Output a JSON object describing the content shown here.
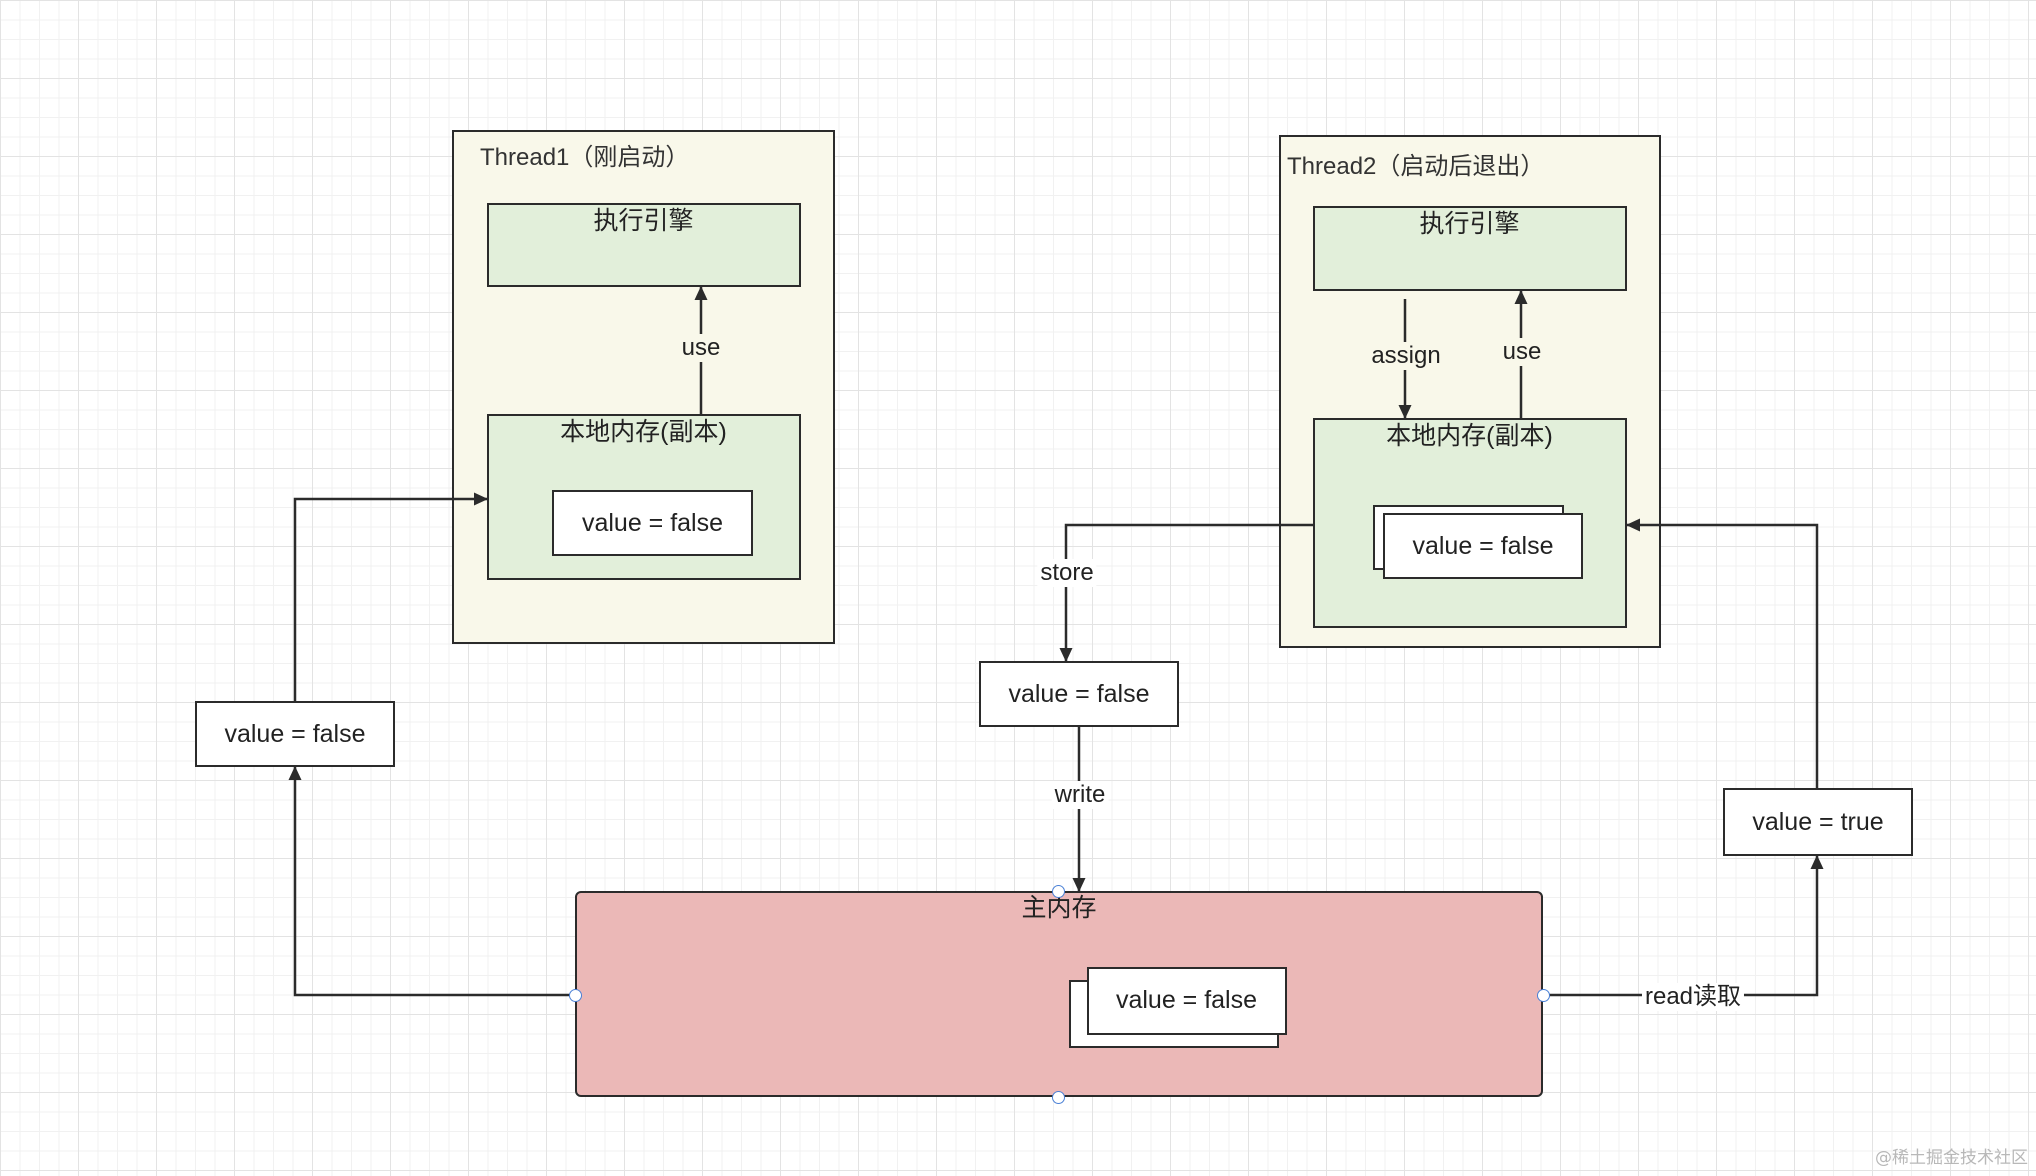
{
  "threads": [
    {
      "title": "Thread1（刚启动）",
      "engine_label": "执行引擎",
      "local_memory_label": "本地内存(副本)",
      "value": "value = false",
      "use_label": "use"
    },
    {
      "title": "Thread2（启动后退出）",
      "engine_label": "执行引擎",
      "local_memory_label": "本地内存(副本)",
      "value": "value = false",
      "assign_label": "assign",
      "use_label": "use"
    }
  ],
  "main_memory": {
    "label": "主内存",
    "value": "value = false"
  },
  "transfers": {
    "to_thread1_value": "value = false",
    "store_label": "store",
    "store_value": "value = false",
    "write_label": "write",
    "read_label": "read读取",
    "read_value": "value = true"
  },
  "watermark": "@稀土掘金技术社区",
  "colors": {
    "background": "#ffffff",
    "grid_minor": "#f1f1f1",
    "grid_major": "#e3e3e3",
    "thread_fill": "#f9f8ea",
    "memory_fill": "#e2efda",
    "main_memory_fill": "#ebb8b7",
    "border": "#2b2b2b",
    "handle": "#4a80d6"
  }
}
